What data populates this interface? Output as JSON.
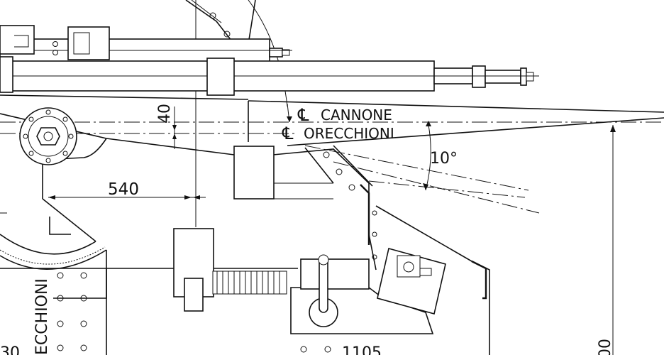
{
  "labels": {
    "centerline_cannone": "CANNONE",
    "centerline_orecchioni": "ORECCHIONI",
    "centerline_symbol": "℄",
    "dim_40": "40",
    "dim_540": "540",
    "dim_10deg": "10°",
    "dim_1105": "1105",
    "dim_left_partial": "30",
    "dim_right_partial": "00",
    "vertical_text": "ECCHIONI"
  }
}
